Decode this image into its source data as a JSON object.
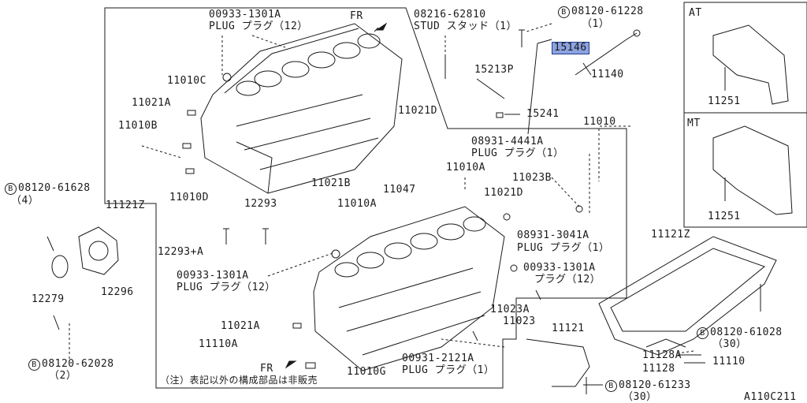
{
  "labels": {
    "plug_12_top_num": "00933-1301A",
    "plug_12_top_txt": "PLUG プラグ（12）",
    "fr_top": "FR",
    "stud_num": "08216-62810",
    "stud_txt": "STUD スタッド（1）",
    "bolt_61228_num": "08120-61228",
    "bolt_61228_qty": "（1）",
    "p15146": "15146",
    "p15213p": "15213P",
    "p11140": "11140",
    "p15241": "15241",
    "p11010": "11010",
    "at": "AT",
    "mt": "MT",
    "p11251_at": "11251",
    "p11251_mt": "11251",
    "p11010c": "11010C",
    "p11021a_top": "11021A",
    "p11010b": "11010B",
    "p11010d": "11010D",
    "p11021b": "11021B",
    "p11021d_top": "11021D",
    "plug_4441_num": "08931-4441A",
    "plug_4441_txt": "PLUG プラグ（1）",
    "p11010a_right": "11010A",
    "p11023b": "11023B",
    "p11021d_mid": "11021D",
    "p11047": "11047",
    "p11010a_mid": "11010A",
    "p12293": "12293",
    "p12293a": "12293+A",
    "bolt_61628_num": "08120-61628",
    "bolt_61628_qty": "（4）",
    "p11121z_left": "11121Z",
    "p12279": "12279",
    "p12296": "12296",
    "bolt_62028_num": "08120-62028",
    "bolt_62028_qty": "（2）",
    "p11121z_right": "11121Z",
    "plug_3041_num": "08931-3041A",
    "plug_3041_txt": "PLUG プラグ（1）",
    "plug_12_right_num": "00933-1301A",
    "plug_12_right_txt": "プラグ（12）",
    "plug_12_left_num": "00933-1301A",
    "plug_12_left_txt": "PLUG プラグ（12）",
    "p11023a": "11023A",
    "p11023": "11023",
    "p11021a_low": "11021A",
    "p11110a": "11110A",
    "fr_low": "FR",
    "p11010g": "11010G",
    "plug_2121_num": "00931-2121A",
    "plug_2121_txt": "PLUG プラグ（1）",
    "p11121": "11121",
    "bolt_61028_num": "08120-61028",
    "bolt_61028_qty": "（30）",
    "p11128a": "11128A",
    "p11128": "11128",
    "p11110": "11110",
    "bolt_61233_num": "08120-61233",
    "bolt_61233_qty": "（30）",
    "note": "（注）表記以外の構成部品は非販売",
    "diagram_code": "A110C211",
    "circle_b": "B"
  },
  "colors": {
    "line": "#1a1a1a",
    "highlight": "#8da3e0"
  }
}
